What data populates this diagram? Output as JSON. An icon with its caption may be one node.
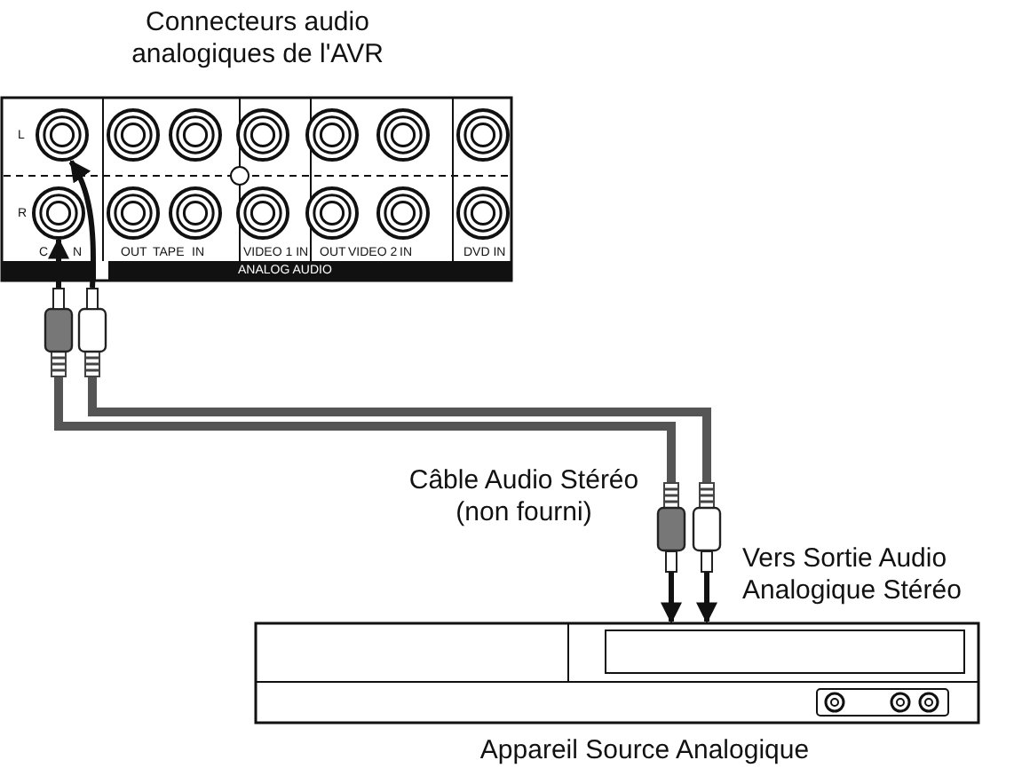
{
  "diagram": {
    "nodes": [
      {
        "text": [
          "Connecteurs audio analogiques de l'AVR"
        ]
      },
      {
        "text": [],
        "shape": "circle",
        "in": 0
      },
      {
        "text": [],
        "shape": "circle",
        "in": 0
      },
      {
        "text": [],
        "shape": "plug"
      },
      {
        "text": [],
        "shape": "plug"
      },
      {
        "text": [],
        "shape": "plug"
      },
      {
        "text": [],
        "shape": "plug"
      },
      {
        "text": [
          "Appareil Source Analogique"
        ],
        "beside": [
          "Vers Sortie Audio Analogique Stéréo"
        ]
      }
    ],
    "edges": [
      {
        "from": 3,
        "to": 2,
        "arrow": "to"
      },
      {
        "from": 4,
        "to": 1,
        "arrow": "to"
      },
      {
        "from": 3,
        "to": 5,
        "arrow": "none",
        "color": "#555555"
      },
      {
        "from": 4,
        "to": 6,
        "arrow": "none",
        "color": "#555555"
      },
      {
        "from": 5,
        "to": 7,
        "arrow": "to"
      },
      {
        "from": 6,
        "to": 7,
        "arrow": "to"
      }
    ],
    "labels": [
      "L",
      "R",
      "C",
      "N",
      "OUT",
      "TAPE",
      "IN",
      "VIDEO 1 IN",
      "OUT",
      "VIDEO 2",
      "IN",
      "DVD IN",
      "ANALOG AUDIO",
      "Câble Audio Stéréo (non fourni)"
    ]
  }
}
